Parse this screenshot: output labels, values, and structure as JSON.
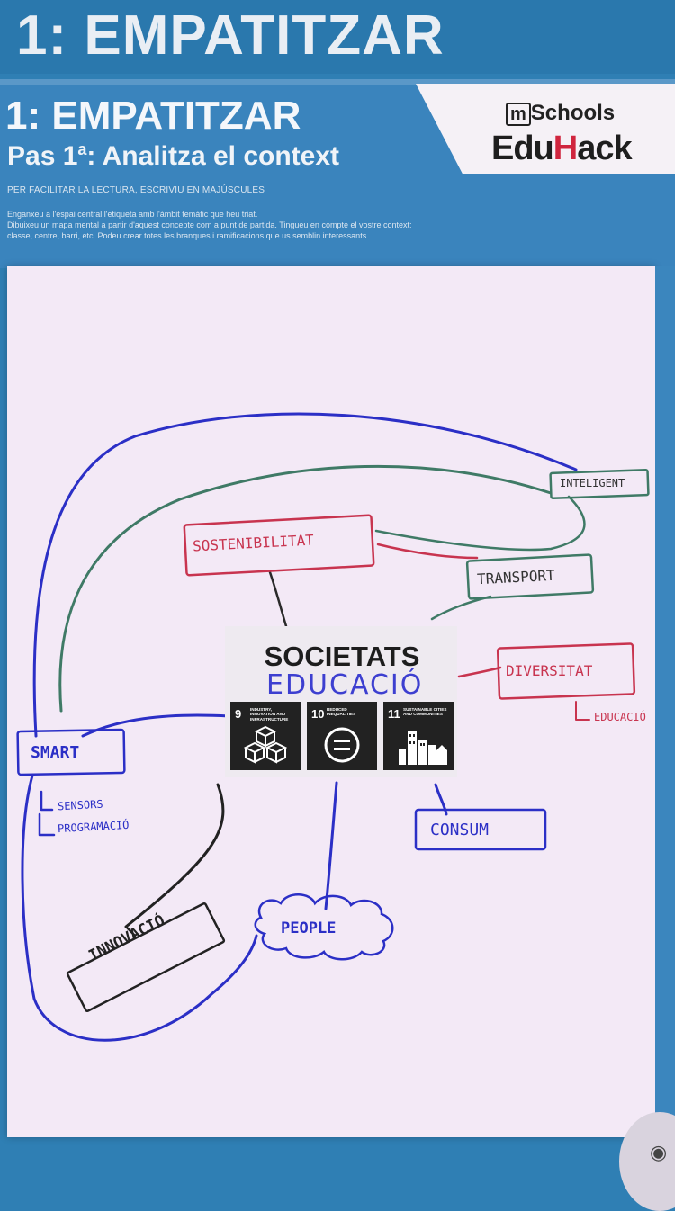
{
  "header": {
    "top_title": "1: EMPATITZAR",
    "title": "1: EMPATITZAR",
    "step": "Pas 1",
    "step_sup": "a",
    "step_rest": ": Analitza el context"
  },
  "logo": {
    "line1_box": "m",
    "line1_rest": "Schools",
    "line2_a": "Edu",
    "line2_b": "H",
    "line2_c": "ack"
  },
  "instructions": {
    "caps_note": "PER FACILITAR LA LECTURA, ESCRIVIU EN MAJÚSCULES",
    "line1": "Enganxeu a l'espai central l'etiqueta amb l'àmbit temàtic que heu triat.",
    "line2": "Dibuixeu un mapa mental a partir d'aquest concepte com a punt de partida. Tingueu en compte el vostre context:",
    "line3": "classe, centre, barri, etc. Podeu crear totes les branques i ramificacions que us semblin interessants."
  },
  "center": {
    "title": "SOCIETATS",
    "subtitle": "EDUCACIÓ",
    "sdgs": [
      {
        "num": "9",
        "caption": "Industry, innovation and infrastructure"
      },
      {
        "num": "10",
        "caption": "Reduced inequalities"
      },
      {
        "num": "11",
        "caption": "Sustainable cities and communities"
      }
    ]
  },
  "nodes": {
    "intelligent": "INTELIGENT",
    "sostenibilitat": "SOSTENIBILITAT",
    "transport": "TRANSPORT",
    "diversitat": "DIVERSITAT",
    "educacio_branch": "EDUCACIÓ",
    "smart": "SMART",
    "sensors": "SENSORS",
    "programacio": "PROGRAMACIÓ",
    "consum": "CONSUM",
    "people": "PEOPLE",
    "innovacio": "INNOVACIÓ"
  },
  "colors": {
    "background": "#2f7fb4",
    "paper": "#f3e9f6",
    "marker_blue": "#2b2fc6",
    "marker_red": "#c8344f",
    "marker_green": "#3f7a66",
    "marker_black": "#222222",
    "logo_accent": "#d0253e"
  },
  "icons": [
    "camera-icon",
    "infrastructure-cubes-icon",
    "equality-icon",
    "city-buildings-icon"
  ]
}
